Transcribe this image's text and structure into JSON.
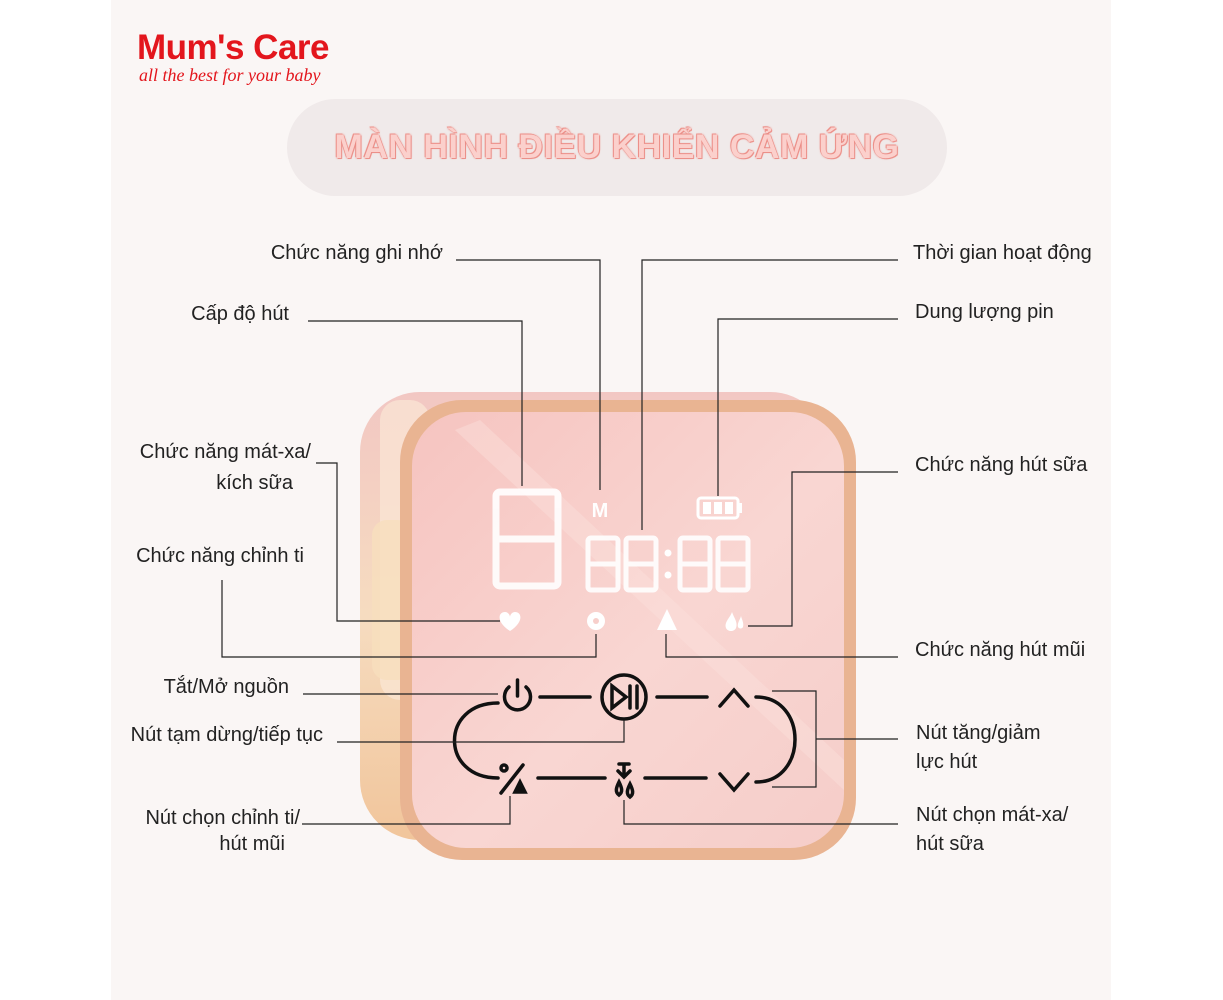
{
  "brand": {
    "name": "Mum's Care",
    "tagline": "all the best for your baby",
    "color": "#e3161d"
  },
  "heading": "MÀN HÌNH ĐIỀU KHIỂN CẢM ỨNG",
  "display": {
    "level_digit": "8",
    "memory_indicator": "M",
    "time_digits": "88:88"
  },
  "labels_left": [
    {
      "id": "memory",
      "text": "Chức năng ghi nhớ"
    },
    {
      "id": "suction-level",
      "text": "Cấp độ hút"
    },
    {
      "id": "massage",
      "text_lines": [
        "Chức năng mát-xa/",
        "kích sữa"
      ]
    },
    {
      "id": "nipple",
      "text": "Chức năng chỉnh ti"
    },
    {
      "id": "power",
      "text": "Tắt/Mở nguồn"
    },
    {
      "id": "pause",
      "text": "Nút tạm dừng/tiếp tục"
    },
    {
      "id": "select-nipple",
      "text_lines": [
        "Nút chọn chỉnh ti/",
        "hút mũi"
      ]
    }
  ],
  "labels_right": [
    {
      "id": "runtime",
      "text": "Thời gian hoạt động"
    },
    {
      "id": "battery",
      "text": "Dung lượng pin"
    },
    {
      "id": "milk",
      "text": "Chức năng hút sữa"
    },
    {
      "id": "nose",
      "text": "Chức năng hút mũi"
    },
    {
      "id": "adjust",
      "text_lines": [
        "Nút tăng/giảm",
        "lực hút"
      ]
    },
    {
      "id": "select-massage",
      "text_lines": [
        "Nút chọn mát-xa/",
        "hút sữa"
      ]
    }
  ],
  "icons": [
    "heart-icon",
    "nipple-icon",
    "nose-icon",
    "milk-drop-icon",
    "power-icon",
    "play-pause-icon",
    "up-chevron-icon",
    "down-chevron-icon",
    "percent-nose-icon",
    "drip-icon",
    "battery-icon"
  ],
  "colors": {
    "device_frame": "#e9b492",
    "screen": "#f7cfcb",
    "led": "#ffffff",
    "leader_line": "#222222",
    "heading_fill": "#fbd0cc",
    "heading_outline": "#e8837c"
  }
}
